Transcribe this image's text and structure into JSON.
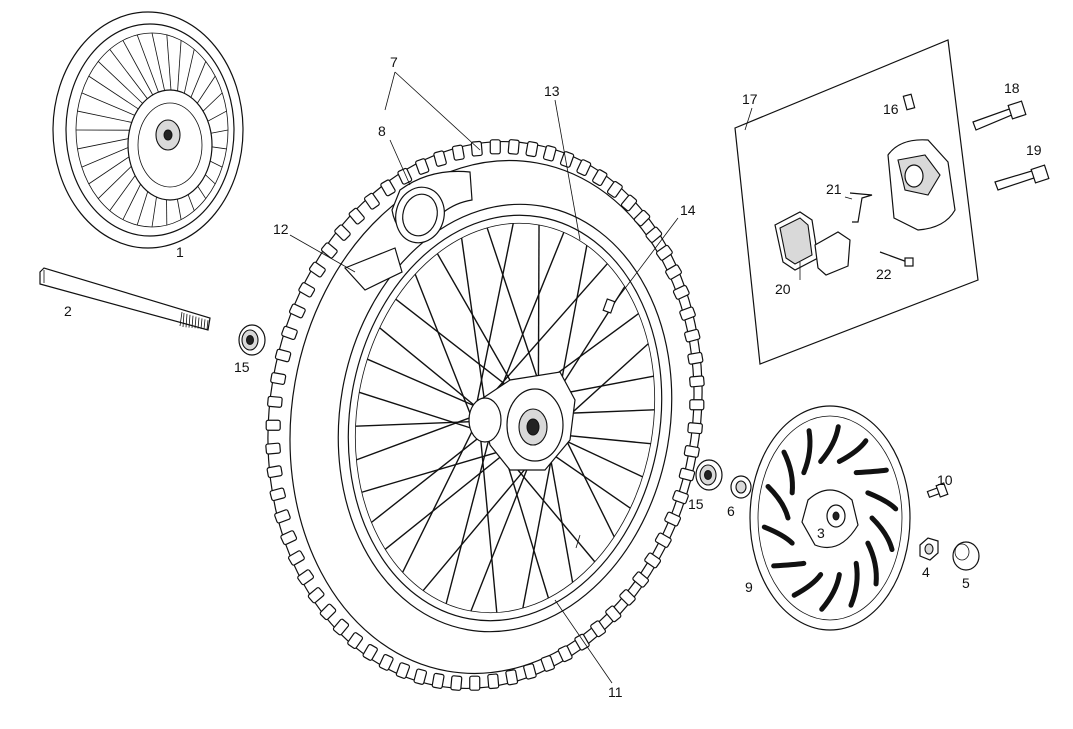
{
  "diagram": {
    "labels": [
      {
        "id": "c1",
        "text": "1"
      },
      {
        "id": "c2",
        "text": "2"
      },
      {
        "id": "c3",
        "text": "3"
      },
      {
        "id": "c4",
        "text": "4"
      },
      {
        "id": "c5",
        "text": "5"
      },
      {
        "id": "c6",
        "text": "6"
      },
      {
        "id": "c7",
        "text": "7"
      },
      {
        "id": "c8",
        "text": "8"
      },
      {
        "id": "c9",
        "text": "9"
      },
      {
        "id": "c10",
        "text": "10"
      },
      {
        "id": "c11",
        "text": "11"
      },
      {
        "id": "c12",
        "text": "12"
      },
      {
        "id": "c13",
        "text": "13"
      },
      {
        "id": "c14",
        "text": "14"
      },
      {
        "id": "c15a",
        "text": "15"
      },
      {
        "id": "c15b",
        "text": "15"
      },
      {
        "id": "c16",
        "text": "16"
      },
      {
        "id": "c17",
        "text": "17"
      },
      {
        "id": "c18",
        "text": "18"
      },
      {
        "id": "c19",
        "text": "19"
      },
      {
        "id": "c20",
        "text": "20"
      },
      {
        "id": "c21",
        "text": "21"
      },
      {
        "id": "c22",
        "text": "22"
      }
    ]
  }
}
